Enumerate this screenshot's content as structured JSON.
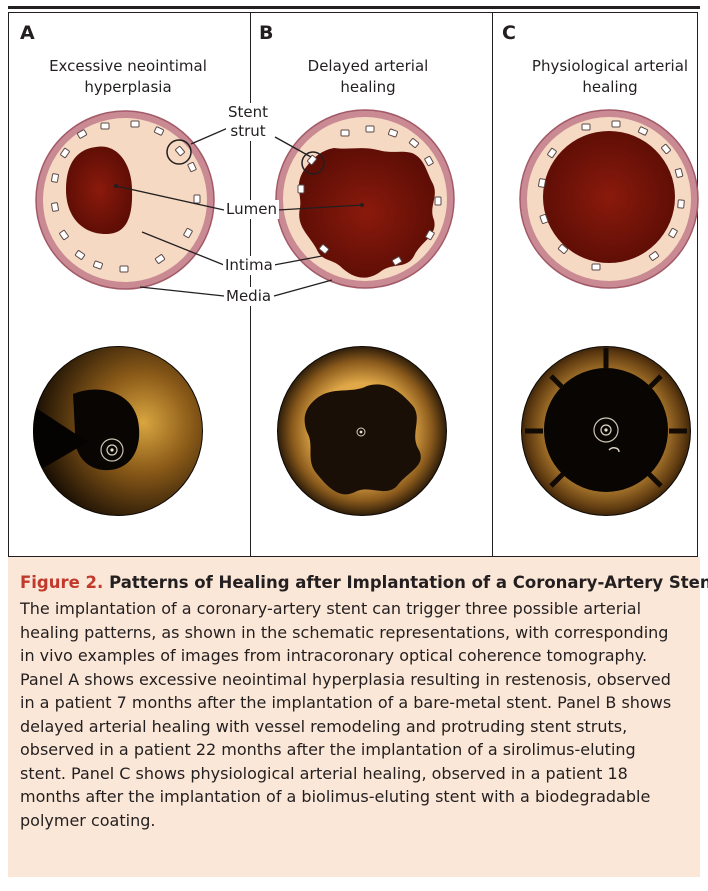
{
  "panels": [
    {
      "letter": "A",
      "title": "Excessive neointimal\nhyperplasia"
    },
    {
      "letter": "B",
      "title": "Delayed arterial\nhealing"
    },
    {
      "letter": "C",
      "title": "Physiological arterial\nhealing"
    }
  ],
  "labels": {
    "stent_strut": "Stent\nstrut",
    "lumen": "Lumen",
    "intima": "Intima",
    "media": "Media"
  },
  "caption": {
    "figure_number": "Figure 2.",
    "title": "Patterns of Healing after Implantation of a Coronary-Artery Stent.",
    "body": "The implantation of a coronary-artery stent can trigger three possible arterial healing patterns, as shown in the schematic representations, with corresponding in vivo examples of images from intracoronary optical coherence tomography. Panel A shows excessive neointimal hyperplasia resulting in restenosis, observed in a patient 7 months after the implantation of a bare-metal stent. Panel B shows delayed arterial healing with vessel remodeling and protruding stent struts, observed in a patient 22 months after the implantation of a sirolimus-eluting stent. Panel C shows physiological arterial healing, observed in a patient 18 months after the implantation of a biolimus-eluting stent with a biodegradable polymer coating."
  },
  "colors": {
    "media": "#c98a93",
    "intima": "#f6d9c3",
    "lumen": "#7a1208",
    "strut": "#ffffff",
    "caption_bg": "#fbe7d7",
    "figure_number": "#c0392b",
    "oct_tissue": "#c7902c"
  }
}
